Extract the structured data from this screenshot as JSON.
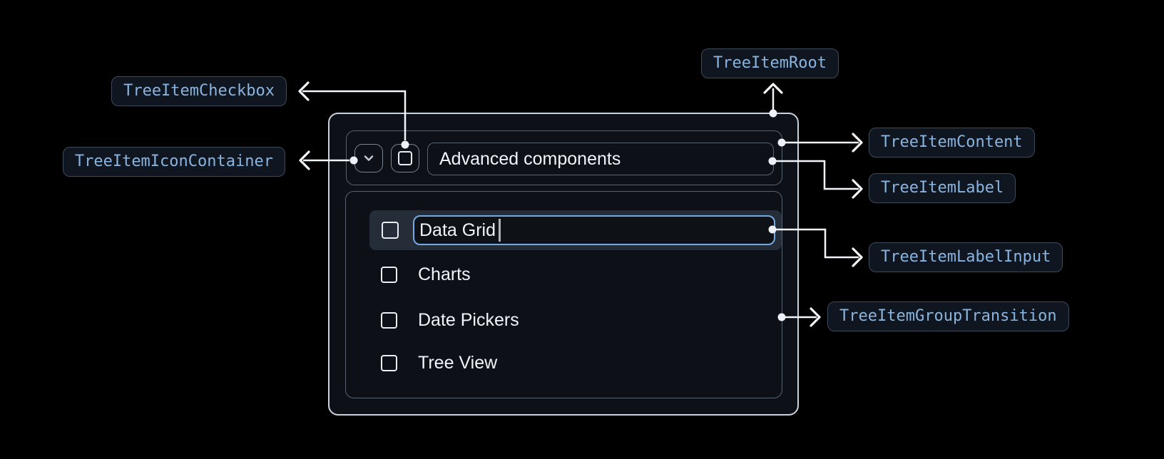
{
  "annotations": {
    "root": "TreeItemRoot",
    "content": "TreeItemContent",
    "icon_container": "TreeItemIconContainer",
    "checkbox": "TreeItemCheckbox",
    "label": "TreeItemLabel",
    "label_input": "TreeItemLabelInput",
    "group_transition": "TreeItemGroupTransition"
  },
  "tree": {
    "parent": {
      "label": "Advanced components",
      "state": "expanded",
      "checkbox_checked": false
    },
    "editing_item": {
      "input_value": "Data Grid",
      "checkbox_checked": false
    },
    "items": [
      {
        "label": "Charts",
        "checkbox_checked": false
      },
      {
        "label": "Date Pickers",
        "checkbox_checked": false
      },
      {
        "label": "Tree View",
        "checkbox_checked": false
      }
    ]
  },
  "icons": {
    "expand": "chevron-down-icon",
    "checkbox_unchecked": "square-outline-icon"
  },
  "colors": {
    "background": "#000000",
    "surface": "#0d1117",
    "surface_border": "#c9d3de",
    "box_border": "#596270",
    "badge_bg": "#10161f",
    "badge_border": "#3d4a5c",
    "badge_text": "#8ab4e0",
    "connector": "#f2f5f9",
    "row_highlight": "#252d38",
    "input_border": "#74abe2",
    "input_bg": "#0e1116",
    "text_primary": "#f1f4f8"
  }
}
